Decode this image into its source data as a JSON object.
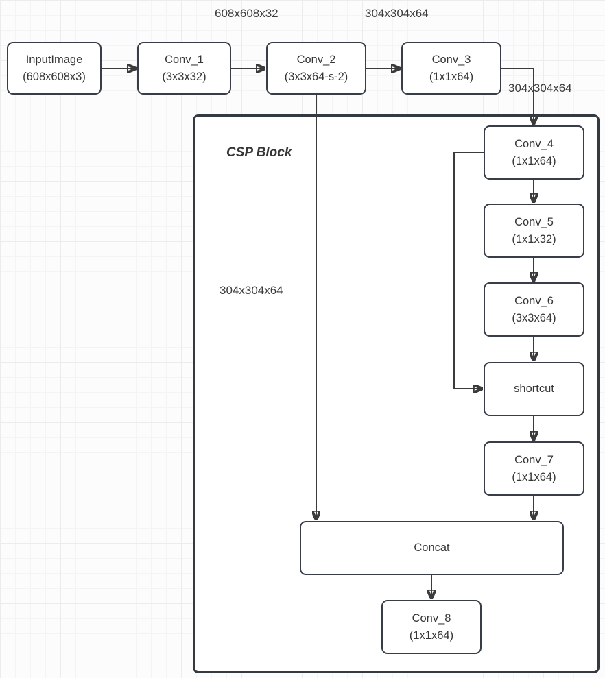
{
  "diagram": {
    "csp_title": "CSP Block",
    "nodes": {
      "input": {
        "title": "InputImage",
        "params": "(608x608x3)"
      },
      "conv1": {
        "title": "Conv_1",
        "params": "(3x3x32)"
      },
      "conv2": {
        "title": "Conv_2",
        "params": "(3x3x64-s-2)"
      },
      "conv3": {
        "title": "Conv_3",
        "params": "(1x1x64)"
      },
      "conv4": {
        "title": "Conv_4",
        "params": "(1x1x64)"
      },
      "conv5": {
        "title": "Conv_5",
        "params": "(1x1x32)"
      },
      "conv6": {
        "title": "Conv_6",
        "params": "(3x3x64)"
      },
      "shortcut": {
        "title": "shortcut"
      },
      "conv7": {
        "title": "Conv_7",
        "params": "(1x1x64)"
      },
      "concat": {
        "title": "Concat"
      },
      "conv8": {
        "title": "Conv_8",
        "params": "(1x1x64)"
      }
    },
    "labels": {
      "dim_608_out": "608x608x32",
      "dim_304_top": "304x304x64",
      "dim_304_right": "304x304x64",
      "dim_304_inner": "304x304x64"
    },
    "colors": {
      "node_border": "#373e47",
      "container_border": "#333a42",
      "wire": "#3b3b3b",
      "text": "#363636",
      "grid_minor": "#f4f4f4",
      "grid_major": "#ececec",
      "background": "#fcfcfc"
    }
  }
}
